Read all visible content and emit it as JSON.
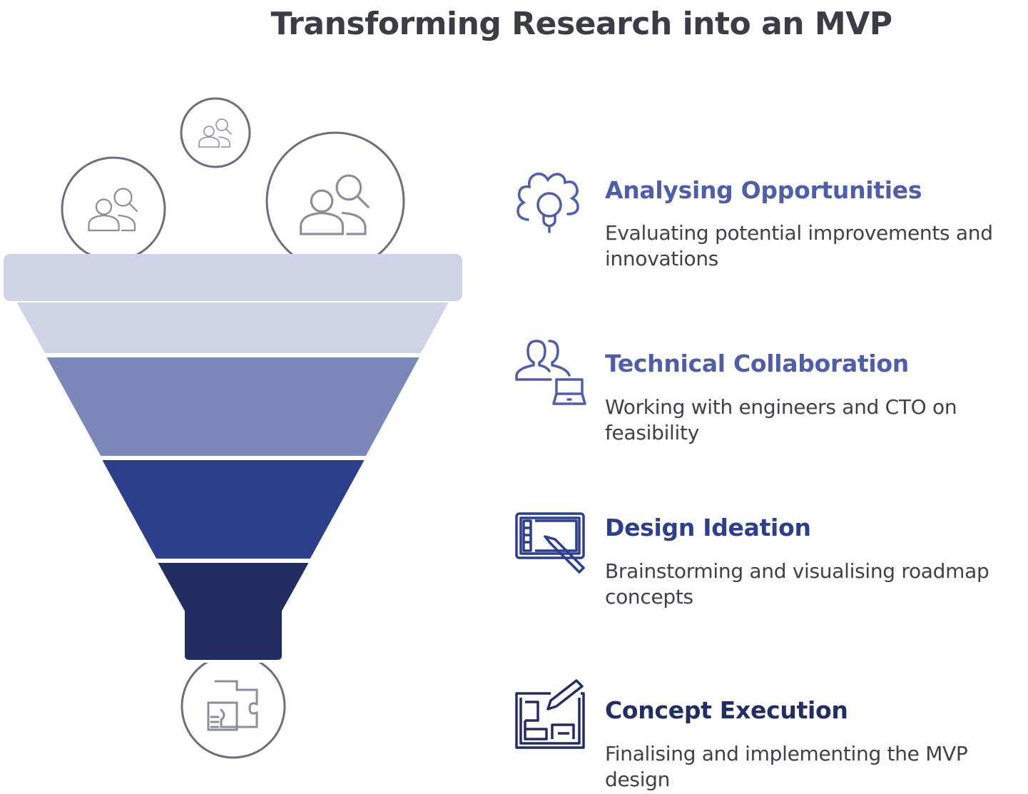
{
  "title": "Transforming Research into an MVP",
  "colors": {
    "title": "#3a3d46",
    "funnel": [
      "#ced3e5",
      "#7b87b8",
      "#2d3f8a",
      "#222d61"
    ],
    "circle_stroke": "#6b6e7e",
    "icon_gray": "#8a8d9a"
  },
  "steps": [
    {
      "heading": "Analysing Opportunities",
      "description": "Evaluating potential improvements and innovations",
      "icon": "gear-lightbulb-icon",
      "color": "#4f5ea6"
    },
    {
      "heading": "Technical Collaboration",
      "description": "Working with engineers and CTO on feasibility",
      "icon": "people-laptop-icon",
      "color": "#4f5ea6"
    },
    {
      "heading": "Design Ideation",
      "description": "Brainstorming and visualising roadmap concepts",
      "icon": "drawing-tablet-icon",
      "color": "#2d3f8a"
    },
    {
      "heading": "Concept Execution",
      "description": "Finalising and implementing the MVP design",
      "icon": "blueprint-pencil-icon",
      "color": "#222d61"
    }
  ]
}
